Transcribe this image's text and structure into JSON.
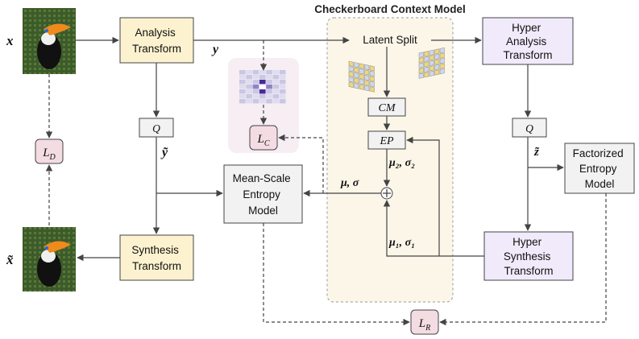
{
  "title": "Checkerboard Context Model",
  "blocks": {
    "analysis": [
      "Analysis",
      "Transform"
    ],
    "synthesis": [
      "Synthesis",
      "Transform"
    ],
    "hyper_analysis": [
      "Hyper",
      "Analysis",
      "Transform"
    ],
    "hyper_synthesis": [
      "Hyper",
      "Synthesis",
      "Transform"
    ],
    "mean_scale": [
      "Mean-Scale",
      "Entropy",
      "Model"
    ],
    "factorized": [
      "Factorized",
      "Entropy",
      "Model"
    ],
    "latent_split": "Latent Split",
    "cm": "CM",
    "ep": "EP",
    "q_main": "Q",
    "q_hyper": "Q"
  },
  "symbols": {
    "x": "x",
    "x_hat": "x̃",
    "y": "y",
    "y_hat": "ỹ",
    "z_hat": "z̃",
    "mu_sigma": "μ, σ",
    "mu2_sigma2": "μ₂, σ₂",
    "mu1_sigma1": "μ₁, σ₁"
  },
  "losses": {
    "l_c": [
      "L",
      "C"
    ],
    "l_d": [
      "L",
      "D"
    ],
    "l_r": [
      "L",
      "R"
    ]
  },
  "colors": {
    "transform_fill": "#fdf2cf",
    "hyper_fill": "#f1eafb",
    "entropy_fill": "#f2f2f2",
    "loss_fill": "#f4dce3",
    "context_region": "#fbf6e8",
    "stroke": "#444444"
  }
}
